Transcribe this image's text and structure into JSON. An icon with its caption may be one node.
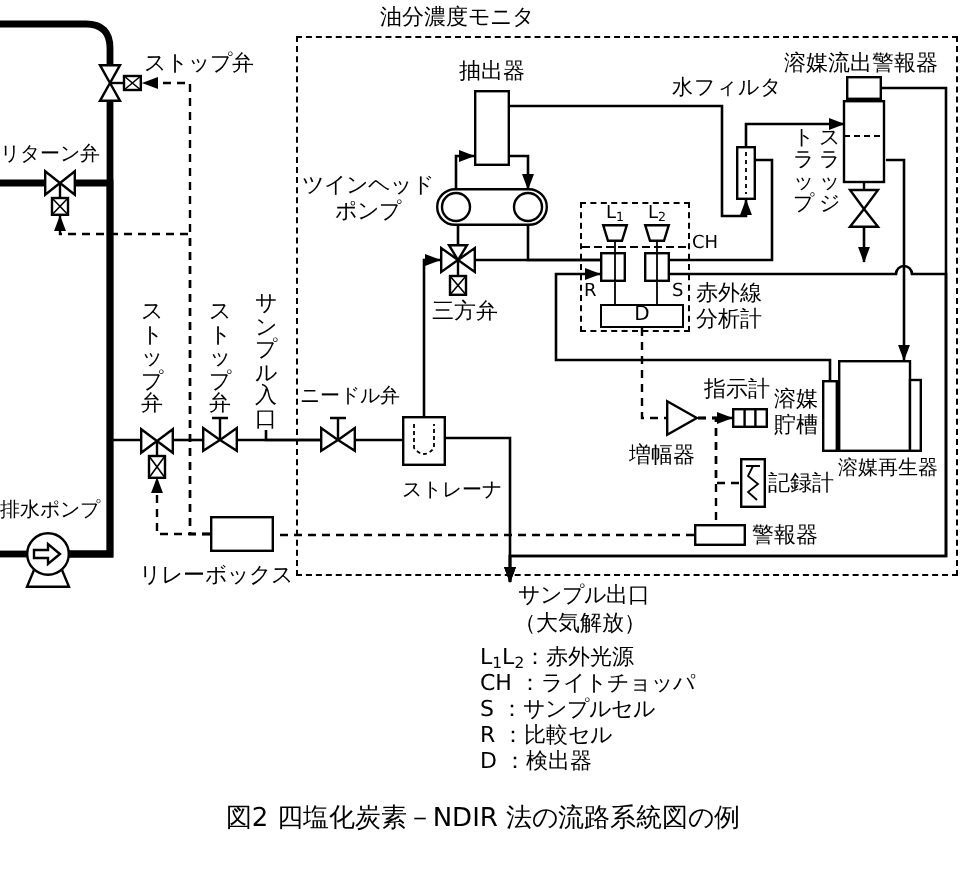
{
  "diagram": {
    "caption": "図2 四塩化炭素－NDIR 法の流路系統図の例",
    "nodes": [
      {
        "text": [
          "油分濃度モニタ"
        ]
      },
      {
        "text": [
          "抽出器"
        ],
        "in": 0
      },
      {
        "text": [
          "ツインヘッドポンプ"
        ],
        "in": 0
      },
      {
        "text": [
          "三方弁"
        ],
        "in": 0
      },
      {
        "text": [
          "赤外線分析計"
        ],
        "in": 0
      },
      {
        "text": [
          "L$_{1}$"
        ],
        "in": 4
      },
      {
        "text": [
          "L$_{2}$"
        ],
        "in": 4
      },
      {
        "text": [
          "R"
        ],
        "in": 4
      },
      {
        "text": [
          "S"
        ],
        "in": 4
      },
      {
        "text": [
          "D"
        ],
        "in": 4
      },
      {
        "text": [
          "水フィルタ"
        ],
        "in": 0
      },
      {
        "text": [
          "溶媒流出警報器"
        ],
        "in": 0
      },
      {
        "text": [
          "スラッジトラップ"
        ],
        "in": 0
      },
      {
        "text": [
          "溶媒貯槽"
        ],
        "in": 0
      },
      {
        "text": [
          "溶媒再生器"
        ],
        "in": 0
      },
      {
        "text": [
          "増幅器"
        ],
        "in": 0
      },
      {
        "text": [
          "指示計"
        ],
        "in": 0
      },
      {
        "text": [
          "記録計"
        ],
        "in": 0
      },
      {
        "text": [
          "警報器"
        ],
        "in": 0
      },
      {
        "text": [
          "ストップ弁"
        ]
      },
      {
        "text": [
          "リターン弁"
        ]
      },
      {
        "text": [
          "ストップ弁"
        ]
      },
      {
        "text": [
          "ストップ弁"
        ]
      },
      {
        "text": [
          "サンプル入口"
        ]
      },
      {
        "text": [
          "ニードル弁"
        ],
        "in": 0
      },
      {
        "text": [
          "ストレーナ"
        ],
        "in": 0
      },
      {
        "text": [
          "排水ポンプ"
        ]
      },
      {
        "text": [
          "リレーボックス"
        ]
      },
      {
        "text": [
          "サンプル出口",
          "（大気解放）"
        ]
      }
    ],
    "edges": [
      {
        "from": 26,
        "to": 19,
        "arrow": "none",
        "style": "thick"
      },
      {
        "from": 19,
        "to": null,
        "arrow": "none",
        "style": "thick"
      },
      {
        "from": 26,
        "to": 20,
        "arrow": "none",
        "style": "thick"
      },
      {
        "from": 20,
        "to": null,
        "arrow": "none",
        "style": "thick"
      },
      {
        "from": null,
        "to": 26,
        "arrow": "none",
        "style": "thick"
      },
      {
        "from": 26,
        "to": 21,
        "arrow": "none"
      },
      {
        "from": 21,
        "to": 22,
        "arrow": "none"
      },
      {
        "from": 22,
        "to": 24,
        "arrow": "none"
      },
      {
        "from": 23,
        "to": 24,
        "arrow": "none"
      },
      {
        "from": 24,
        "to": 25,
        "arrow": "none"
      },
      {
        "from": 25,
        "to": 3,
        "arrow": "to"
      },
      {
        "from": 25,
        "to": 28,
        "arrow": "to"
      },
      {
        "from": 3,
        "to": 2,
        "arrow": "none"
      },
      {
        "from": 2,
        "to": 1,
        "arrow": "to"
      },
      {
        "from": 1,
        "to": 2,
        "arrow": "to"
      },
      {
        "from": 2,
        "to": 7,
        "arrow": "none"
      },
      {
        "from": 3,
        "to": 7,
        "arrow": "none"
      },
      {
        "from": 1,
        "to": 10,
        "arrow": "to"
      },
      {
        "from": 10,
        "to": 12,
        "arrow": "to"
      },
      {
        "from": 10,
        "to": 8,
        "arrow": "none"
      },
      {
        "from": 11,
        "to": 28,
        "arrow": "to"
      },
      {
        "from": 12,
        "to": null,
        "arrow": "to"
      },
      {
        "from": 12,
        "to": 14,
        "arrow": "to"
      },
      {
        "from": 8,
        "to": 28,
        "arrow": "to"
      },
      {
        "from": 13,
        "to": 7,
        "arrow": "to"
      },
      {
        "from": 9,
        "to": 15,
        "arrow": "none",
        "style": "dashed"
      },
      {
        "from": 15,
        "to": 16,
        "arrow": "to",
        "style": "dashed"
      },
      {
        "from": 15,
        "to": 17,
        "arrow": "none",
        "style": "dashed"
      },
      {
        "from": 15,
        "to": 18,
        "arrow": "none",
        "style": "dashed"
      },
      {
        "from": 18,
        "to": 27,
        "arrow": "none",
        "style": "dashed"
      },
      {
        "from": 27,
        "to": 21,
        "arrow": "to",
        "style": "dashed"
      },
      {
        "from": 27,
        "to": 20,
        "arrow": "to",
        "style": "dashed"
      },
      {
        "from": 27,
        "to": 19,
        "arrow": "to",
        "style": "dashed"
      }
    ],
    "labels": [
      "CH",
      "L$_{1}$L$_{2}$：赤外光源",
      "CH ：ライトチョッパ",
      "S ：サンプルセル",
      "R ：比較セル",
      "D ：検出器"
    ]
  }
}
